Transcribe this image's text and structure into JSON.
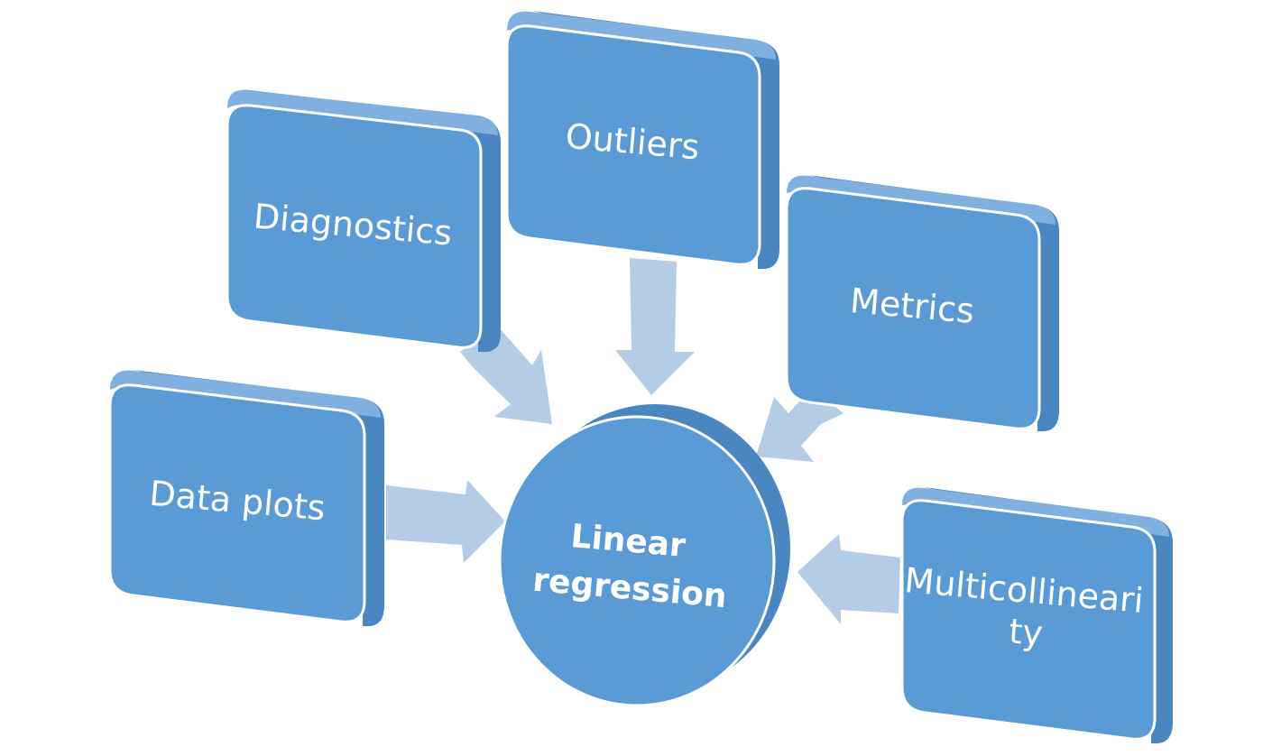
{
  "diagram": {
    "center": "Linear regression",
    "center_lines": [
      "Linear",
      "regression"
    ],
    "boxes": {
      "diagnostics": "Diagnostics",
      "outliers": "Outliers",
      "metrics": "Metrics",
      "data_plots": "Data plots",
      "multicollinearity": "Multicollinearity",
      "multicollinearity_lines": [
        "Multicollineari",
        "ty"
      ]
    }
  },
  "colors": {
    "box_face": "#5b9bd5",
    "box_side": "#4a86c0",
    "box_top": "#7fb0df",
    "arrow": "#b4cce6",
    "text": "#ffffff"
  }
}
